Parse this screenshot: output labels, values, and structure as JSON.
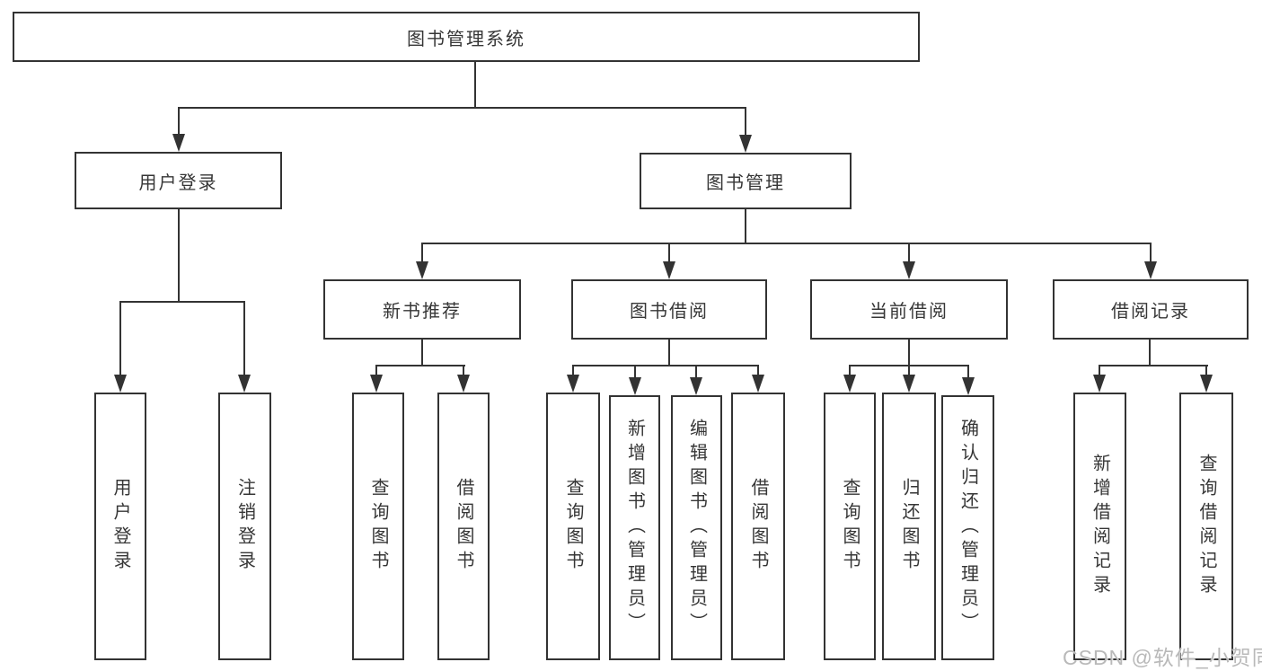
{
  "tree": {
    "root": "图书管理系统",
    "level2": [
      {
        "label": "用户登录"
      },
      {
        "label": "图书管理"
      }
    ],
    "level3": [
      {
        "label": "新书推荐"
      },
      {
        "label": "图书借阅"
      },
      {
        "label": "当前借阅"
      },
      {
        "label": "借阅记录"
      }
    ],
    "leaves": {
      "user_login": [
        "用户登录",
        "注销登录"
      ],
      "new_book": [
        "查询图书",
        "借阅图书"
      ],
      "book_borrow": [
        "查询图书",
        "新增图书（管理员）",
        "编辑图书（管理员）",
        "借阅图书"
      ],
      "current_borrow": [
        "查询图书",
        "归还图书",
        "确认归还（管理员）"
      ],
      "borrow_record": [
        "新增借阅记录",
        "查询借阅记录"
      ]
    }
  },
  "watermark": "CSDN @软件_小贺同学",
  "colors": {
    "line": "#333333",
    "text": "#363636",
    "background": "#ffffff",
    "watermark": "#b9b9b9"
  }
}
